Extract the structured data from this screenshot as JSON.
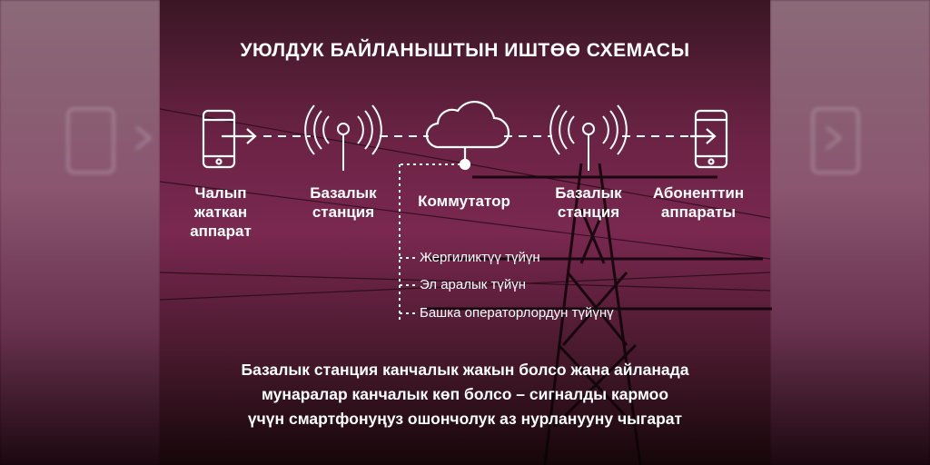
{
  "title": "УЮЛДУК БАЙЛАНЫШТЫН ИШТӨӨ СХЕМАСЫ",
  "nodes": {
    "caller": [
      "Чалып",
      "жаткан",
      "аппарат"
    ],
    "base1": [
      "Базалык",
      "станция"
    ],
    "switch": [
      "Коммутатор"
    ],
    "base2": [
      "Базалык",
      "станция"
    ],
    "subscriber": [
      "Абоненттин",
      "аппараты"
    ]
  },
  "branches": [
    "Жергиликтүү түйүн",
    "Эл аралык түйүн",
    "Башка операторлордун түйүнү"
  ],
  "caption": [
    "Базалык станция канчалык жакын болсо жана айланада",
    "мунаралар канчалык көп болсо – сигналды кармоо",
    "үчүн  смартфонуңуз ошончолук аз нурланууну чыгарат"
  ],
  "icons": {
    "caller": "smartphone-icon",
    "base1": "antenna-icon",
    "switch": "cloud-icon",
    "base2": "antenna-icon",
    "subscriber": "smartphone-icon"
  },
  "colors": {
    "text": "#ffffff",
    "background": "#6b2345"
  }
}
